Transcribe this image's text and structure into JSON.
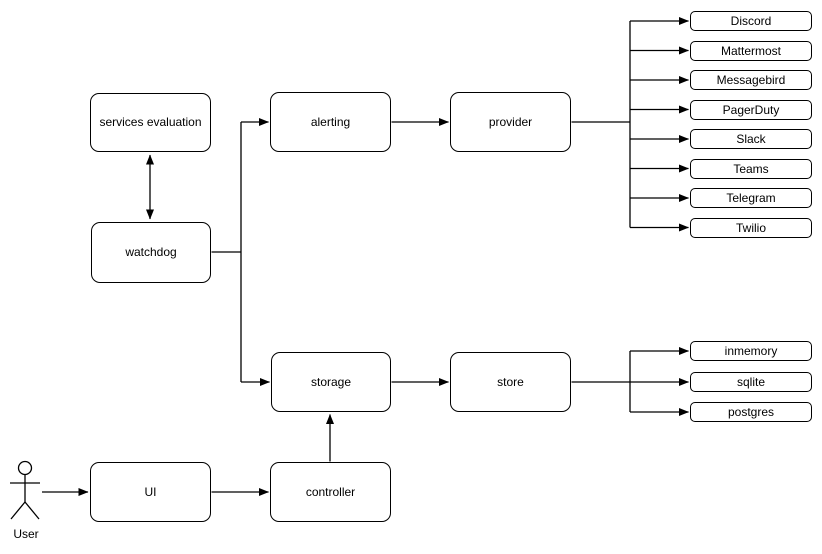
{
  "diagram": {
    "nodes": {
      "services_evaluation": "services evaluation",
      "watchdog": "watchdog",
      "alerting": "alerting",
      "provider": "provider",
      "storage": "storage",
      "store": "store",
      "ui": "UI",
      "controller": "controller"
    },
    "providers": [
      "Discord",
      "Mattermost",
      "Messagebird",
      "PagerDuty",
      "Slack",
      "Teams",
      "Telegram",
      "Twilio"
    ],
    "stores": [
      "inmemory",
      "sqlite",
      "postgres"
    ],
    "actor_label": "User",
    "edges": [
      {
        "from": "services_evaluation",
        "to": "watchdog",
        "bidirectional": true
      },
      {
        "from": "watchdog",
        "to": "alerting"
      },
      {
        "from": "watchdog",
        "to": "storage"
      },
      {
        "from": "alerting",
        "to": "provider"
      },
      {
        "from": "provider",
        "to": "Discord"
      },
      {
        "from": "provider",
        "to": "Mattermost"
      },
      {
        "from": "provider",
        "to": "Messagebird"
      },
      {
        "from": "provider",
        "to": "PagerDuty"
      },
      {
        "from": "provider",
        "to": "Slack"
      },
      {
        "from": "provider",
        "to": "Teams"
      },
      {
        "from": "provider",
        "to": "Telegram"
      },
      {
        "from": "provider",
        "to": "Twilio"
      },
      {
        "from": "storage",
        "to": "store"
      },
      {
        "from": "store",
        "to": "inmemory"
      },
      {
        "from": "store",
        "to": "sqlite"
      },
      {
        "from": "store",
        "to": "postgres"
      },
      {
        "from": "User",
        "to": "ui"
      },
      {
        "from": "ui",
        "to": "controller"
      },
      {
        "from": "controller",
        "to": "storage"
      }
    ],
    "colors": {
      "stroke": "#000000",
      "fill": "#ffffff",
      "background": "#ffffff"
    }
  }
}
